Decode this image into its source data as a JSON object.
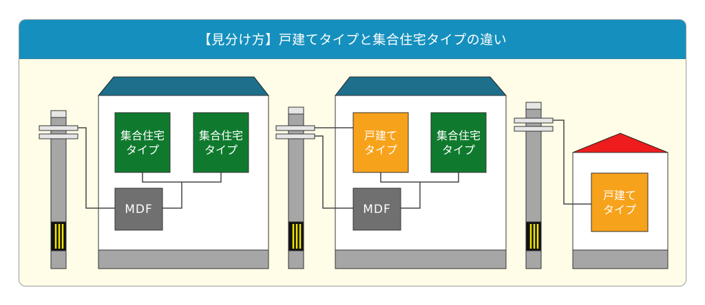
{
  "title": "【見分け方】戸建てタイプと集合住宅タイプの違い",
  "colors": {
    "header": "#1590be",
    "background": "#fffde7",
    "apartment_box": "#0f7a2e",
    "house_box": "#f7a21b",
    "mdf_box": "#707070",
    "roof_apartment": "#1d6f8c",
    "roof_house": "#ee1c1c",
    "pole": "#a6a6a6",
    "foundation": "#a6a6a6"
  },
  "building1": {
    "unit_left": {
      "line1": "集合住宅",
      "line2": "タイプ"
    },
    "unit_right": {
      "line1": "集合住宅",
      "line2": "タイプ"
    },
    "mdf": "MDF"
  },
  "building2": {
    "unit_left": {
      "line1": "戸建て",
      "line2": "タイプ"
    },
    "unit_right": {
      "line1": "集合住宅",
      "line2": "タイプ"
    },
    "mdf": "MDF"
  },
  "house": {
    "unit": {
      "line1": "戸建て",
      "line2": "タイプ"
    }
  }
}
